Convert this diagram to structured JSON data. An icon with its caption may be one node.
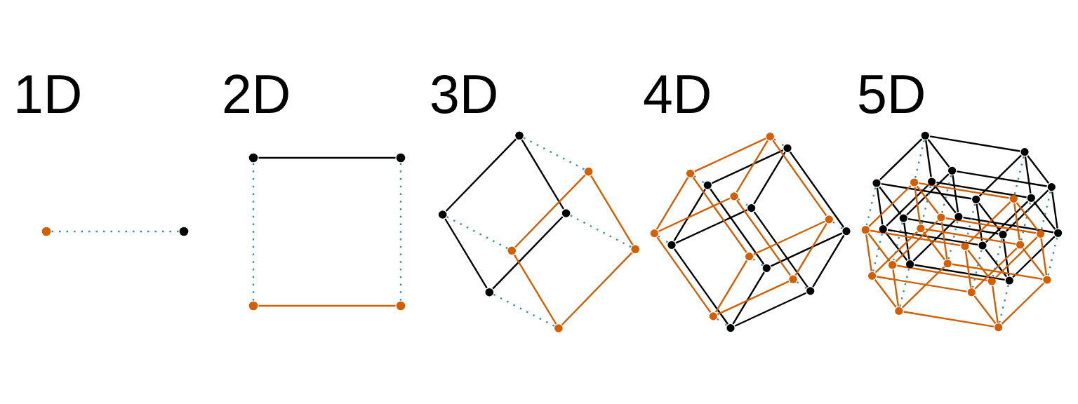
{
  "diagram": {
    "nodes": [
      {
        "text": [],
        "shape": "circle"
      },
      {
        "text": [],
        "shape": "circle"
      },
      {
        "text": [],
        "shape": "circle"
      },
      {
        "text": [],
        "shape": "circle"
      },
      {
        "text": [],
        "shape": "circle"
      },
      {
        "text": [],
        "shape": "circle"
      },
      {
        "text": [],
        "shape": "circle"
      },
      {
        "text": [],
        "shape": "circle"
      },
      {
        "text": [],
        "shape": "circle"
      },
      {
        "text": [],
        "shape": "circle"
      },
      {
        "text": [],
        "shape": "circle"
      },
      {
        "text": [],
        "shape": "circle"
      },
      {
        "text": [],
        "shape": "circle"
      },
      {
        "text": [],
        "shape": "circle"
      },
      {
        "text": [],
        "shape": "circle"
      },
      {
        "text": [],
        "shape": "circle"
      },
      {
        "text": [],
        "shape": "circle"
      },
      {
        "text": [],
        "shape": "circle"
      },
      {
        "text": [],
        "shape": "circle"
      },
      {
        "text": [],
        "shape": "circle"
      },
      {
        "text": [],
        "shape": "circle"
      },
      {
        "text": [],
        "shape": "circle"
      },
      {
        "text": [],
        "shape": "circle"
      },
      {
        "text": [],
        "shape": "circle"
      },
      {
        "text": [],
        "shape": "circle"
      },
      {
        "text": [],
        "shape": "circle"
      },
      {
        "text": [],
        "shape": "circle"
      },
      {
        "text": [],
        "shape": "circle"
      },
      {
        "text": [],
        "shape": "circle"
      },
      {
        "text": [],
        "shape": "circle"
      },
      {
        "text": [],
        "shape": "circle"
      },
      {
        "text": [],
        "shape": "circle"
      },
      {
        "text": [],
        "shape": "circle"
      },
      {
        "text": [],
        "shape": "circle"
      },
      {
        "text": [],
        "shape": "circle"
      },
      {
        "text": [],
        "shape": "circle"
      },
      {
        "text": [],
        "shape": "circle"
      },
      {
        "text": [],
        "shape": "circle"
      },
      {
        "text": [],
        "shape": "circle"
      },
      {
        "text": [],
        "shape": "circle"
      },
      {
        "text": [],
        "shape": "circle"
      },
      {
        "text": [],
        "shape": "circle"
      },
      {
        "text": [],
        "shape": "circle"
      },
      {
        "text": [],
        "shape": "circle"
      },
      {
        "text": [],
        "shape": "circle"
      },
      {
        "text": [],
        "shape": "circle"
      },
      {
        "text": [],
        "shape": "circle"
      },
      {
        "text": [],
        "shape": "circle"
      },
      {
        "text": [],
        "shape": "circle"
      },
      {
        "text": [],
        "shape": "circle"
      },
      {
        "text": [],
        "shape": "circle"
      },
      {
        "text": [],
        "shape": "circle"
      },
      {
        "text": [],
        "shape": "circle"
      },
      {
        "text": [],
        "shape": "circle"
      },
      {
        "text": [],
        "shape": "circle"
      },
      {
        "text": [],
        "shape": "circle"
      },
      {
        "text": [],
        "shape": "circle"
      },
      {
        "text": [],
        "shape": "circle"
      },
      {
        "text": [],
        "shape": "circle"
      },
      {
        "text": [],
        "shape": "circle"
      },
      {
        "text": [],
        "shape": "circle"
      },
      {
        "text": [],
        "shape": "circle"
      }
    ],
    "edges": [
      {
        "from": 0,
        "to": 1,
        "arrow": "none",
        "style": "dashed",
        "color": "#3b8ea5"
      },
      {
        "from": 2,
        "to": 3,
        "arrow": "none"
      },
      {
        "from": 4,
        "to": 5,
        "arrow": "none",
        "color": "#d55e00"
      },
      {
        "from": 2,
        "to": 4,
        "arrow": "none",
        "style": "dashed",
        "color": "#3b8ea5"
      },
      {
        "from": 3,
        "to": 5,
        "arrow": "none",
        "style": "dashed",
        "color": "#3b8ea5"
      },
      {
        "from": 6,
        "to": 7,
        "arrow": "none"
      },
      {
        "from": 8,
        "to": 9,
        "arrow": "none"
      },
      {
        "from": 6,
        "to": 8,
        "arrow": "none"
      },
      {
        "from": 7,
        "to": 9,
        "arrow": "none"
      },
      {
        "from": 10,
        "to": 11,
        "arrow": "none",
        "color": "#d55e00"
      },
      {
        "from": 12,
        "to": 13,
        "arrow": "none",
        "color": "#d55e00"
      },
      {
        "from": 10,
        "to": 12,
        "arrow": "none",
        "color": "#d55e00"
      },
      {
        "from": 11,
        "to": 13,
        "arrow": "none",
        "color": "#d55e00"
      },
      {
        "from": 6,
        "to": 10,
        "arrow": "none",
        "style": "dashed",
        "color": "#3b8ea5"
      },
      {
        "from": 7,
        "to": 11,
        "arrow": "none",
        "style": "dashed",
        "color": "#3b8ea5"
      },
      {
        "from": 8,
        "to": 12,
        "arrow": "none",
        "style": "dashed",
        "color": "#3b8ea5"
      },
      {
        "from": 9,
        "to": 13,
        "arrow": "none",
        "style": "dashed",
        "color": "#3b8ea5"
      },
      {
        "from": 14,
        "to": 15,
        "arrow": "none"
      },
      {
        "from": 16,
        "to": 17,
        "arrow": "none"
      },
      {
        "from": 18,
        "to": 19,
        "arrow": "none"
      },
      {
        "from": 20,
        "to": 21,
        "arrow": "none"
      },
      {
        "from": 14,
        "to": 16,
        "arrow": "none"
      },
      {
        "from": 15,
        "to": 17,
        "arrow": "none"
      },
      {
        "from": 18,
        "to": 20,
        "arrow": "none"
      },
      {
        "from": 19,
        "to": 21,
        "arrow": "none"
      },
      {
        "from": 14,
        "to": 18,
        "arrow": "none"
      },
      {
        "from": 15,
        "to": 19,
        "arrow": "none"
      },
      {
        "from": 16,
        "to": 20,
        "arrow": "none"
      },
      {
        "from": 17,
        "to": 21,
        "arrow": "none"
      },
      {
        "from": 22,
        "to": 23,
        "arrow": "none",
        "color": "#d55e00"
      },
      {
        "from": 24,
        "to": 25,
        "arrow": "none",
        "color": "#d55e00"
      },
      {
        "from": 26,
        "to": 27,
        "arrow": "none",
        "color": "#d55e00"
      },
      {
        "from": 28,
        "to": 29,
        "arrow": "none",
        "color": "#d55e00"
      },
      {
        "from": 22,
        "to": 24,
        "arrow": "none",
        "color": "#d55e00"
      },
      {
        "from": 23,
        "to": 25,
        "arrow": "none",
        "color": "#d55e00"
      },
      {
        "from": 26,
        "to": 28,
        "arrow": "none",
        "color": "#d55e00"
      },
      {
        "from": 27,
        "to": 29,
        "arrow": "none",
        "color": "#d55e00"
      },
      {
        "from": 22,
        "to": 26,
        "arrow": "none",
        "color": "#d55e00"
      },
      {
        "from": 23,
        "to": 27,
        "arrow": "none",
        "color": "#d55e00"
      },
      {
        "from": 24,
        "to": 28,
        "arrow": "none",
        "color": "#d55e00"
      },
      {
        "from": 25,
        "to": 29,
        "arrow": "none",
        "color": "#d55e00"
      },
      {
        "from": 14,
        "to": 22,
        "arrow": "none",
        "style": "dashed",
        "color": "#3b8ea5"
      },
      {
        "from": 15,
        "to": 23,
        "arrow": "none",
        "style": "dashed",
        "color": "#3b8ea5"
      },
      {
        "from": 16,
        "to": 24,
        "arrow": "none",
        "style": "dashed",
        "color": "#3b8ea5"
      },
      {
        "from": 17,
        "to": 25,
        "arrow": "none",
        "style": "dashed",
        "color": "#3b8ea5"
      },
      {
        "from": 18,
        "to": 26,
        "arrow": "none",
        "style": "dashed",
        "color": "#3b8ea5"
      },
      {
        "from": 19,
        "to": 27,
        "arrow": "none",
        "style": "dashed",
        "color": "#3b8ea5"
      },
      {
        "from": 20,
        "to": 28,
        "arrow": "none",
        "style": "dashed",
        "color": "#3b8ea5"
      },
      {
        "from": 21,
        "to": 29,
        "arrow": "none",
        "style": "dashed",
        "color": "#3b8ea5"
      },
      {
        "from": 30,
        "to": 31,
        "arrow": "none"
      },
      {
        "from": 32,
        "to": 33,
        "arrow": "none"
      },
      {
        "from": 34,
        "to": 35,
        "arrow": "none"
      },
      {
        "from": 36,
        "to": 37,
        "arrow": "none"
      },
      {
        "from": 38,
        "to": 39,
        "arrow": "none"
      },
      {
        "from": 40,
        "to": 41,
        "arrow": "none"
      },
      {
        "from": 42,
        "to": 43,
        "arrow": "none"
      },
      {
        "from": 44,
        "to": 45,
        "arrow": "none"
      },
      {
        "from": 30,
        "to": 32,
        "arrow": "none"
      },
      {
        "from": 31,
        "to": 33,
        "arrow": "none"
      },
      {
        "from": 34,
        "to": 36,
        "arrow": "none"
      },
      {
        "from": 35,
        "to": 37,
        "arrow": "none"
      },
      {
        "from": 38,
        "to": 40,
        "arrow": "none"
      },
      {
        "from": 39,
        "to": 41,
        "arrow": "none"
      },
      {
        "from": 42,
        "to": 44,
        "arrow": "none"
      },
      {
        "from": 43,
        "to": 45,
        "arrow": "none"
      },
      {
        "from": 30,
        "to": 34,
        "arrow": "none"
      },
      {
        "from": 31,
        "to": 35,
        "arrow": "none"
      },
      {
        "from": 32,
        "to": 36,
        "arrow": "none"
      },
      {
        "from": 33,
        "to": 37,
        "arrow": "none"
      },
      {
        "from": 38,
        "to": 42,
        "arrow": "none"
      },
      {
        "from": 39,
        "to": 43,
        "arrow": "none"
      },
      {
        "from": 40,
        "to": 44,
        "arrow": "none"
      },
      {
        "from": 41,
        "to": 45,
        "arrow": "none"
      },
      {
        "from": 30,
        "to": 38,
        "arrow": "none"
      },
      {
        "from": 31,
        "to": 39,
        "arrow": "none"
      },
      {
        "from": 32,
        "to": 40,
        "arrow": "none"
      },
      {
        "from": 33,
        "to": 41,
        "arrow": "none"
      },
      {
        "from": 34,
        "to": 42,
        "arrow": "none"
      },
      {
        "from": 35,
        "to": 43,
        "arrow": "none"
      },
      {
        "from": 36,
        "to": 44,
        "arrow": "none"
      },
      {
        "from": 37,
        "to": 45,
        "arrow": "none"
      },
      {
        "from": 46,
        "to": 47,
        "arrow": "none",
        "color": "#d55e00"
      },
      {
        "from": 48,
        "to": 49,
        "arrow": "none",
        "color": "#d55e00"
      },
      {
        "from": 50,
        "to": 51,
        "arrow": "none",
        "color": "#d55e00"
      },
      {
        "from": 52,
        "to": 53,
        "arrow": "none",
        "color": "#d55e00"
      },
      {
        "from": 54,
        "to": 55,
        "arrow": "none",
        "color": "#d55e00"
      },
      {
        "from": 56,
        "to": 57,
        "arrow": "none",
        "color": "#d55e00"
      },
      {
        "from": 58,
        "to": 59,
        "arrow": "none",
        "color": "#d55e00"
      },
      {
        "from": 60,
        "to": 61,
        "arrow": "none",
        "color": "#d55e00"
      },
      {
        "from": 46,
        "to": 48,
        "arrow": "none",
        "color": "#d55e00"
      },
      {
        "from": 47,
        "to": 49,
        "arrow": "none",
        "color": "#d55e00"
      },
      {
        "from": 50,
        "to": 52,
        "arrow": "none",
        "color": "#d55e00"
      },
      {
        "from": 51,
        "to": 53,
        "arrow": "none",
        "color": "#d55e00"
      },
      {
        "from": 54,
        "to": 56,
        "arrow": "none",
        "color": "#d55e00"
      },
      {
        "from": 55,
        "to": 57,
        "arrow": "none",
        "color": "#d55e00"
      },
      {
        "from": 58,
        "to": 60,
        "arrow": "none",
        "color": "#d55e00"
      },
      {
        "from": 59,
        "to": 61,
        "arrow": "none",
        "color": "#d55e00"
      },
      {
        "from": 46,
        "to": 50,
        "arrow": "none",
        "color": "#d55e00"
      },
      {
        "from": 47,
        "to": 51,
        "arrow": "none",
        "color": "#d55e00"
      },
      {
        "from": 48,
        "to": 52,
        "arrow": "none",
        "color": "#d55e00"
      },
      {
        "from": 49,
        "to": 53,
        "arrow": "none",
        "color": "#d55e00"
      },
      {
        "from": 54,
        "to": 58,
        "arrow": "none",
        "color": "#d55e00"
      },
      {
        "from": 55,
        "to": 59,
        "arrow": "none",
        "color": "#d55e00"
      },
      {
        "from": 56,
        "to": 60,
        "arrow": "none",
        "color": "#d55e00"
      },
      {
        "from": 57,
        "to": 61,
        "arrow": "none",
        "color": "#d55e00"
      },
      {
        "from": 46,
        "to": 54,
        "arrow": "none",
        "color": "#d55e00"
      },
      {
        "from": 47,
        "to": 55,
        "arrow": "none",
        "color": "#d55e00"
      },
      {
        "from": 48,
        "to": 56,
        "arrow": "none",
        "color": "#d55e00"
      },
      {
        "from": 49,
        "to": 57,
        "arrow": "none",
        "color": "#d55e00"
      },
      {
        "from": 50,
        "to": 58,
        "arrow": "none",
        "color": "#d55e00"
      },
      {
        "from": 51,
        "to": 59,
        "arrow": "none",
        "color": "#d55e00"
      },
      {
        "from": 52,
        "to": 60,
        "arrow": "none",
        "color": "#d55e00"
      },
      {
        "from": 53,
        "to": 61,
        "arrow": "none",
        "color": "#d55e00"
      },
      {
        "from": 30,
        "to": 46,
        "arrow": "none",
        "style": "dashed",
        "color": "#3b8ea5"
      },
      {
        "from": 31,
        "to": 47,
        "arrow": "none",
        "style": "dashed",
        "color": "#3b8ea5"
      },
      {
        "from": 32,
        "to": 48,
        "arrow": "none",
        "style": "dashed",
        "color": "#3b8ea5"
      },
      {
        "from": 33,
        "to": 49,
        "arrow": "none",
        "style": "dashed",
        "color": "#3b8ea5"
      },
      {
        "from": 34,
        "to": 50,
        "arrow": "none",
        "style": "dashed",
        "color": "#3b8ea5"
      },
      {
        "from": 35,
        "to": 51,
        "arrow": "none",
        "style": "dashed",
        "color": "#3b8ea5"
      },
      {
        "from": 36,
        "to": 52,
        "arrow": "none",
        "style": "dashed",
        "color": "#3b8ea5"
      },
      {
        "from": 37,
        "to": 53,
        "arrow": "none",
        "style": "dashed",
        "color": "#3b8ea5"
      },
      {
        "from": 38,
        "to": 54,
        "arrow": "none",
        "style": "dashed",
        "color": "#3b8ea5"
      },
      {
        "from": 39,
        "to": 55,
        "arrow": "none",
        "style": "dashed",
        "color": "#3b8ea5"
      },
      {
        "from": 40,
        "to": 56,
        "arrow": "none",
        "style": "dashed",
        "color": "#3b8ea5"
      },
      {
        "from": 41,
        "to": 57,
        "arrow": "none",
        "style": "dashed",
        "color": "#3b8ea5"
      },
      {
        "from": 42,
        "to": 58,
        "arrow": "none",
        "style": "dashed",
        "color": "#3b8ea5"
      },
      {
        "from": 43,
        "to": 59,
        "arrow": "none",
        "style": "dashed",
        "color": "#3b8ea5"
      },
      {
        "from": 44,
        "to": 60,
        "arrow": "none",
        "style": "dashed",
        "color": "#3b8ea5"
      },
      {
        "from": 45,
        "to": 61,
        "arrow": "none",
        "style": "dashed",
        "color": "#3b8ea5"
      }
    ],
    "labels": [
      "1D",
      "2D",
      "3D",
      "4D",
      "5D"
    ]
  }
}
